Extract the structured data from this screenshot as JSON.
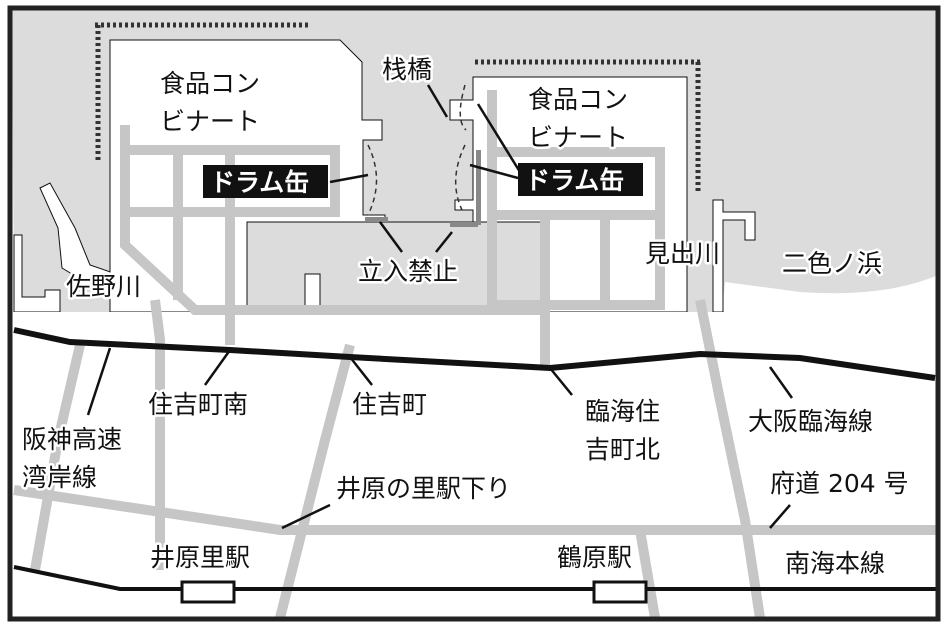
{
  "colors": {
    "sea": "#dcdcdc",
    "road": "#c6c6c6",
    "line": "#111111",
    "land": "#ffffff"
  },
  "labels": {
    "food_complex_left_1": "食品コン",
    "food_complex_left_2": "ビナート",
    "food_complex_right_1": "食品コン",
    "food_complex_right_2": "ビナート",
    "drum_left": "ドラム缶",
    "drum_right": "ドラム缶",
    "pier": "栈橋",
    "no_entry": "立入禁止",
    "sano_river": "佐野川",
    "mide_river": "見出川",
    "nishikinohama": "二色ノ浜",
    "sumiyoshicho_minami": "住吉町南",
    "sumiyoshicho": "住吉町",
    "rinkai_1": "臨海住",
    "rinkai_2": "吉町北",
    "hanshin_1": "阪神高速",
    "hanshin_2": "湾岸線",
    "osaka_rinkai": "大阪臨海線",
    "ihara_ramp": "井原の里駅下り",
    "prefectural_road": "府道 204 号",
    "ihara_station": "井原里駅",
    "tsuruhara_station": "鶴原駅",
    "nankai_line": "南海本線"
  }
}
